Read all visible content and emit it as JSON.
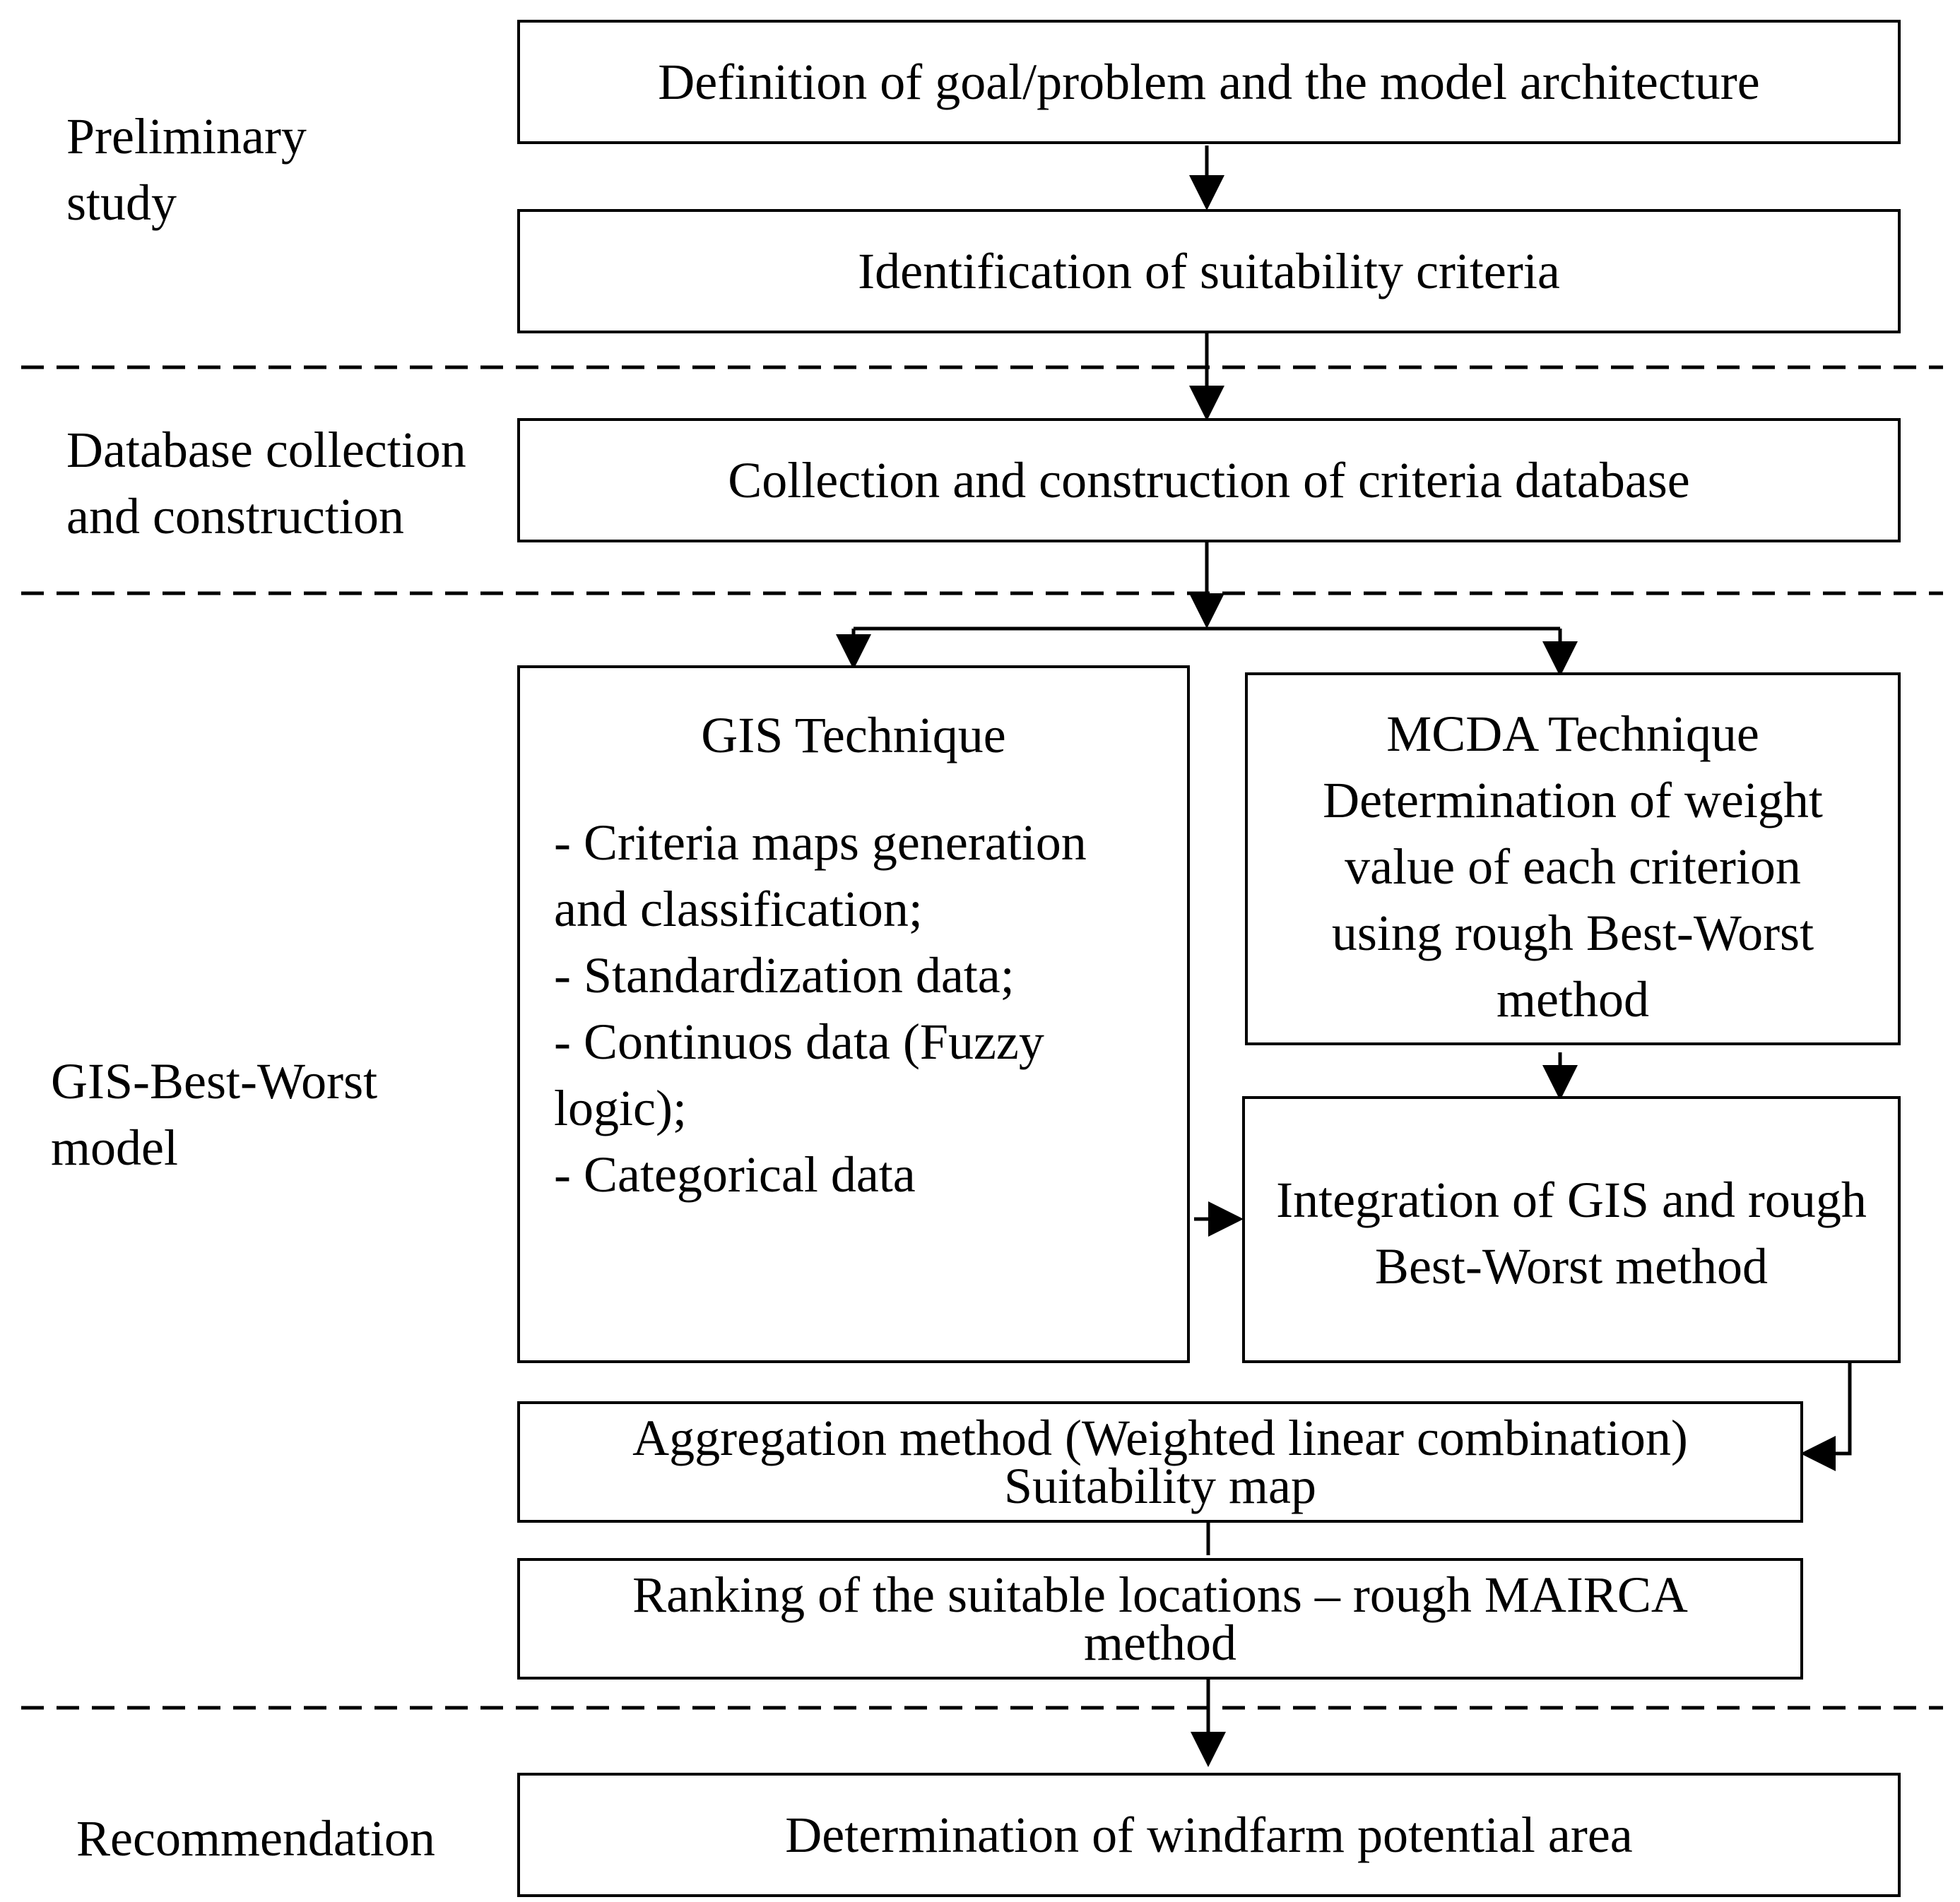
{
  "stages": {
    "preliminary": [
      "Preliminary",
      "study"
    ],
    "database": [
      "Database collection",
      "and construction"
    ],
    "model": [
      "GIS-Best-Worst",
      "model"
    ],
    "recommendation": [
      "Recommendation"
    ]
  },
  "boxes": {
    "goal": "Definition of goal/problem and the model architecture",
    "criteria": "Identification of suitability criteria",
    "collection": "Collection and construction of criteria database",
    "gis": {
      "title": "GIS Technique",
      "bullets": [
        "- Criteria maps generation",
        "and classification;",
        "- Standardization data;",
        "- Continuos data (Fuzzy",
        "logic);",
        "- Categorical data"
      ]
    },
    "mcda": [
      "MCDA Technique",
      "Determination of weight",
      "value of each criterion",
      "using rough Best-Worst",
      "method"
    ],
    "integration": [
      "Integration of GIS and rough",
      "Best-Worst method"
    ],
    "aggregation": [
      "Aggregation method (Weighted linear combination)",
      "Suitability map"
    ],
    "ranking": [
      "Ranking of the suitable locations – rough MAIRCA",
      "method"
    ],
    "windfarm": "Determination of windfarm potential area"
  }
}
